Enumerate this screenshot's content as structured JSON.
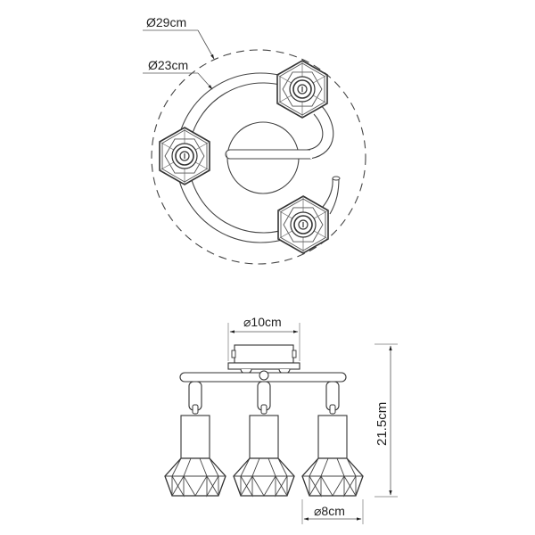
{
  "diagram": {
    "top_view": {
      "outer_diameter_label": "Ø29cm",
      "inner_diameter_label": "Ø23cm"
    },
    "side_view": {
      "canopy_diameter_label": "⌀10cm",
      "height_label": "21.5cm",
      "shade_diameter_label": "⌀8cm"
    },
    "colors": {
      "line": "#333333",
      "dim_line": "#555555",
      "background": "#ffffff"
    }
  }
}
